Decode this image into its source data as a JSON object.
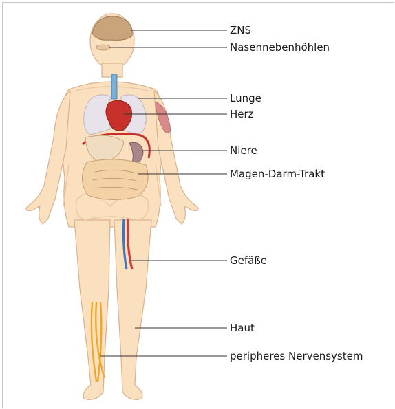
{
  "labels": {
    "zns": "ZNS",
    "nasennebenhoehlen": "Nasennebenhöhlen",
    "lunge": "Lunge",
    "herz": "Herz",
    "niere": "Niere",
    "magen_darm": "Magen-Darm-Trakt",
    "gefaesse": "Gefäße",
    "haut": "Haut",
    "nervensystem": "peripheres Nervensystem"
  },
  "colors": {
    "skin": "#fbe0c0",
    "skin_outline": "#d9b28d",
    "brain": "#c9a47a",
    "lung": "#e8e3ea",
    "heart": "#c8302c",
    "kidney": "#a7868a",
    "intestine": "#f3d3a6",
    "artery": "#d23b3b",
    "vein": "#3f77b8",
    "nerve": "#f0a62a",
    "muscle": "#d98a8a",
    "trachea": "#7ab0d6",
    "leader_line": "#333333"
  }
}
